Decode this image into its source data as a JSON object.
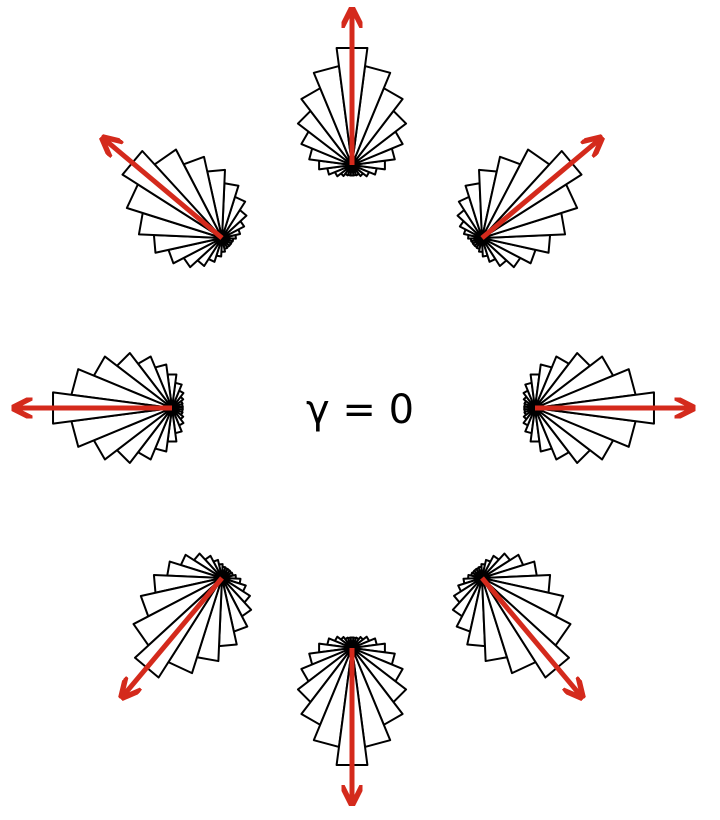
{
  "gamma_label": "γ = 0",
  "colors": {
    "arrow": "#d42a1c",
    "wedge_fill": "#ffffff",
    "wedge_stroke": "#000000",
    "background": "#ffffff"
  },
  "rose_diagrams": [
    {
      "name": "rose-north",
      "direction_deg": 90
    },
    {
      "name": "rose-northeast",
      "direction_deg": 40
    },
    {
      "name": "rose-east",
      "direction_deg": 0
    },
    {
      "name": "rose-southeast",
      "direction_deg": -50
    },
    {
      "name": "rose-south",
      "direction_deg": -90
    },
    {
      "name": "rose-southwest",
      "direction_deg": -130
    },
    {
      "name": "rose-west",
      "direction_deg": 180
    },
    {
      "name": "rose-northwest",
      "direction_deg": 140
    }
  ]
}
